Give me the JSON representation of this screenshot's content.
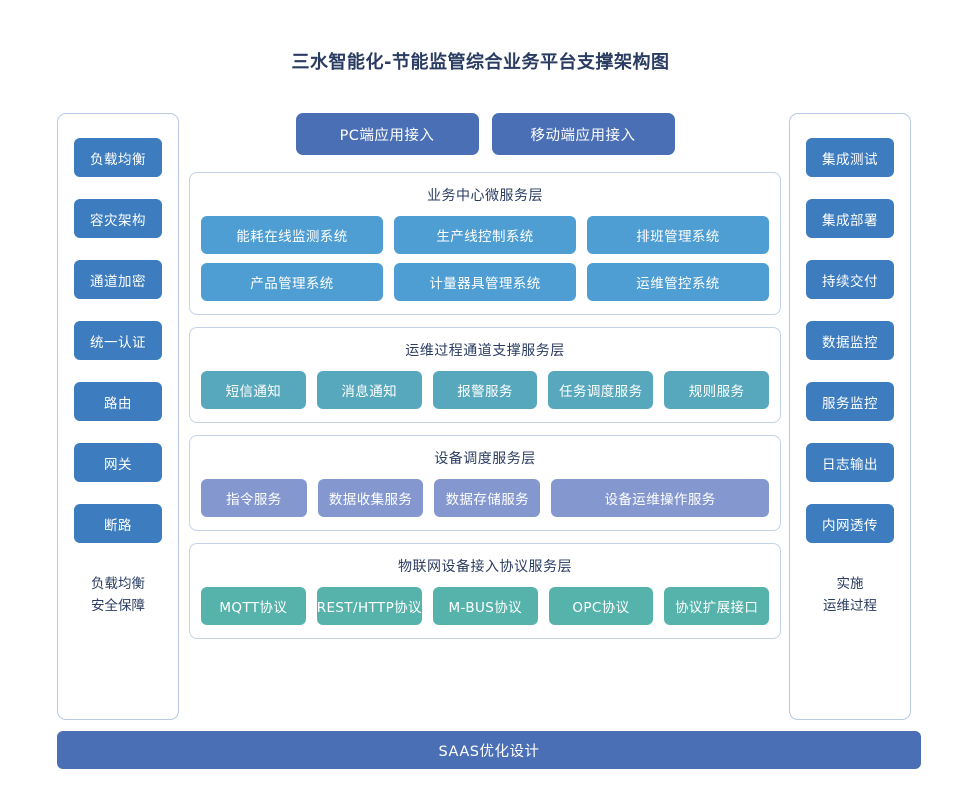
{
  "page": {
    "title": "三水智能化-节能监管综合业务平台支撑架构图",
    "background": "#ffffff"
  },
  "colors": {
    "title_text": "#2b3c63",
    "sidebar_button": "#3c7cbf",
    "top_button": "#4a6fb5",
    "business_layer_chip": "#4e9ed4",
    "ops_layer_chip": "#57a8bd",
    "device_layer_chip": "#8497cf",
    "protocol_layer_chip": "#56b3ab",
    "bottom_bar": "#4a6fb5",
    "panel_border": "#b9c9e6",
    "layer_border": "#c3d2e8"
  },
  "left_panel": {
    "items": [
      {
        "label": "负载均衡"
      },
      {
        "label": "容灾架构"
      },
      {
        "label": "通道加密"
      },
      {
        "label": "统一认证"
      },
      {
        "label": "路由"
      },
      {
        "label": "网关"
      },
      {
        "label": "断路"
      }
    ],
    "footer": [
      "负载均衡",
      "安全保障"
    ]
  },
  "right_panel": {
    "items": [
      {
        "label": "集成测试"
      },
      {
        "label": "集成部署"
      },
      {
        "label": "持续交付"
      },
      {
        "label": "数据监控"
      },
      {
        "label": "服务监控"
      },
      {
        "label": "日志输出"
      },
      {
        "label": "内网透传"
      }
    ],
    "footer": [
      "实施",
      "运维过程"
    ]
  },
  "top_buttons": [
    {
      "label": "PC端应用接入"
    },
    {
      "label": "移动端应用接入"
    }
  ],
  "layers": [
    {
      "key": "business",
      "title": "业务中心微服务层",
      "rows": [
        [
          {
            "label": "能耗在线监测系统"
          },
          {
            "label": "生产线控制系统"
          },
          {
            "label": "排班管理系统"
          }
        ],
        [
          {
            "label": "产品管理系统"
          },
          {
            "label": "计量器具管理系统"
          },
          {
            "label": "运维管控系统"
          }
        ]
      ]
    },
    {
      "key": "ops",
      "title": "运维过程通道支撑服务层",
      "rows": [
        [
          {
            "label": "短信通知"
          },
          {
            "label": "消息通知"
          },
          {
            "label": "报警服务"
          },
          {
            "label": "任务调度服务"
          },
          {
            "label": "规则服务"
          }
        ]
      ]
    },
    {
      "key": "device",
      "title": "设备调度服务层",
      "rows": [
        [
          {
            "label": "指令服务"
          },
          {
            "label": "数据收集服务"
          },
          {
            "label": "数据存储服务"
          },
          {
            "label": "设备运维操作服务",
            "wide": true
          }
        ]
      ]
    },
    {
      "key": "protocol",
      "title": "物联网设备接入协议服务层",
      "rows": [
        [
          {
            "label": "MQTT协议"
          },
          {
            "label": "REST/HTTP协议"
          },
          {
            "label": "M-BUS协议"
          },
          {
            "label": "OPC协议"
          },
          {
            "label": "协议扩展接口"
          }
        ]
      ]
    }
  ],
  "bottom_bar": {
    "label": "SAAS优化设计"
  }
}
